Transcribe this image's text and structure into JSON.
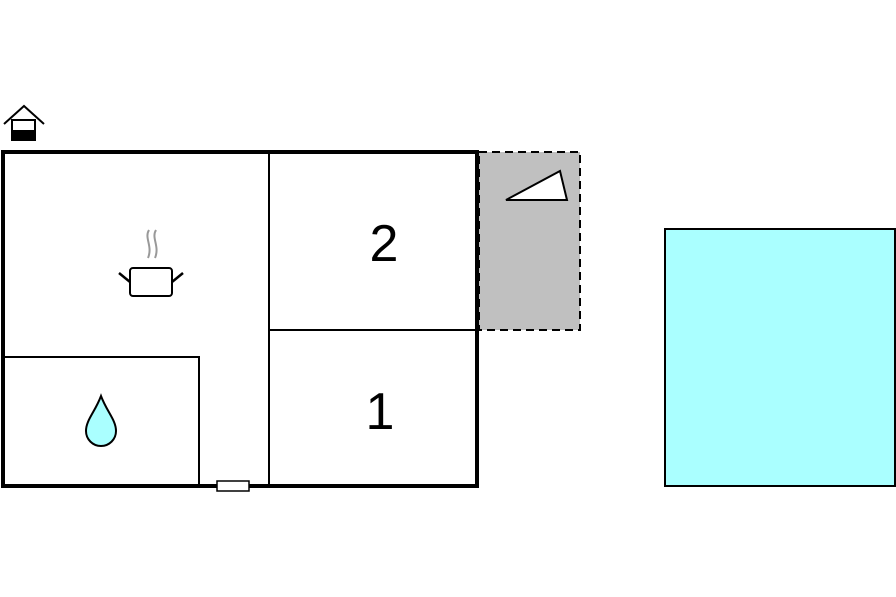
{
  "rooms": {
    "bedroom_2": {
      "number": "2"
    },
    "bedroom_1": {
      "number": "1"
    }
  },
  "icons": {
    "floor_level": "house-floor-level-icon",
    "kitchen": "cooking-pot-icon",
    "bathroom": "water-drop-icon",
    "terrace": "terrace-triangle-icon",
    "door": "door-icon",
    "pool": "pool"
  },
  "colors": {
    "walls": "#000000",
    "terrace_fill": "#c0c0c0",
    "pool_fill": "#aaffff",
    "water_drop_fill": "#aaffff",
    "steam": "#999999"
  }
}
